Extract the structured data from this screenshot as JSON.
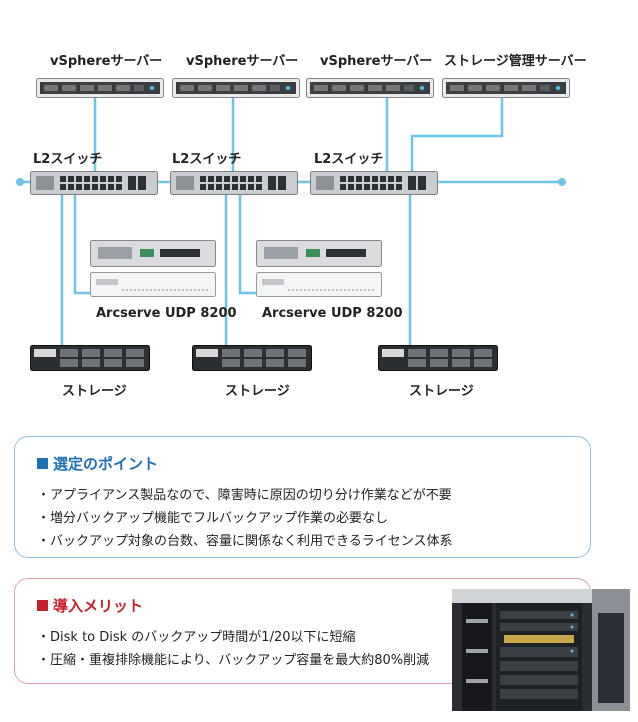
{
  "servers": [
    {
      "label": "vSphereサーバー"
    },
    {
      "label": "vSphereサーバー"
    },
    {
      "label": "vSphereサーバー"
    },
    {
      "label": "ストレージ管理サーバー"
    }
  ],
  "switches": [
    {
      "label": "L2スイッチ"
    },
    {
      "label": "L2スイッチ"
    },
    {
      "label": "L2スイッチ"
    }
  ],
  "appliances": [
    {
      "label": "Arcserve UDP 8200"
    },
    {
      "label": "Arcserve UDP 8200"
    }
  ],
  "storages": [
    {
      "label": "ストレージ"
    },
    {
      "label": "ストレージ"
    },
    {
      "label": "ストレージ"
    }
  ],
  "selection": {
    "title": "選定のポイント",
    "items": [
      "アプライアンス製品なので、障害時に原因の切り分け作業などが不要",
      "増分バックアップ機能でフルバックアップ作業の必要なし",
      "バックアップ対象の台数、容量に関係なく利用できるライセンス体系"
    ],
    "accent_color": "#1f6fb5"
  },
  "benefits": {
    "title": "導入メリット",
    "items": [
      "Disk to Disk のバックアップ時間が1/20以下に短縮",
      "圧縮・重複排除機能により、バックアップ容量を最大約80%削減"
    ],
    "accent_color": "#c8202a"
  },
  "colors": {
    "network_line": "#6cc4e8"
  },
  "photo": {
    "subject": "server-rack-photo"
  }
}
